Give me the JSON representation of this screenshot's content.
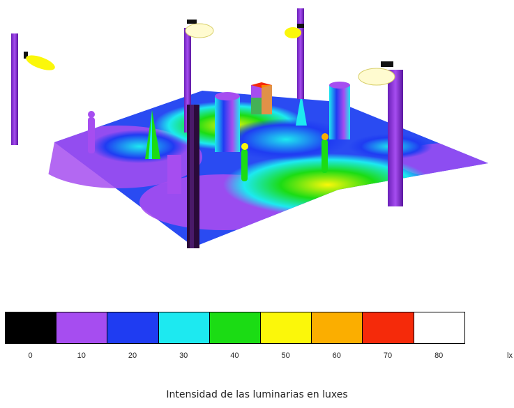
{
  "scale": {
    "ticks": [
      "0",
      "10",
      "20",
      "30",
      "40",
      "50",
      "60",
      "70",
      "80"
    ],
    "colors": [
      "#000000",
      "#a64df0",
      "#1f3cf2",
      "#1de9f0",
      "#1bdc14",
      "#fbf70a",
      "#fbae00",
      "#f52a0a",
      "#ffffff"
    ],
    "unit": "lx"
  },
  "caption": "Intensidad de las luminarias  en luxes"
}
